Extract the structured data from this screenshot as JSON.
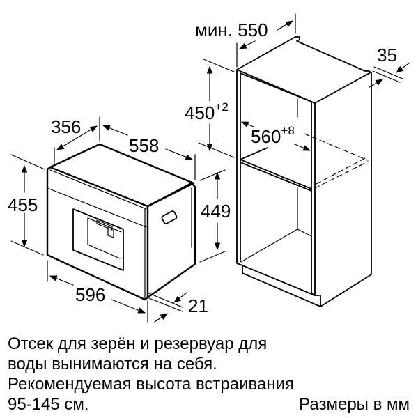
{
  "diagram": {
    "title": "Installation dimensions: built-in coffee machine and tall cabinet",
    "appliance": {
      "depth_label": "356",
      "width_top_label": "558",
      "height_left_label": "455",
      "height_right_label": "449",
      "width_bottom_label": "596",
      "front_thickness_label": "21"
    },
    "cabinet": {
      "depth_label": "мин. 550",
      "overhang_label": "35",
      "niche_height_label": "450",
      "niche_height_tolerance": "+2",
      "niche_width_label": "560",
      "niche_width_tolerance": "+8"
    }
  },
  "notes": {
    "lines": [
      "Отсек для зерён и резервуар для",
      "воды вынимаются на себя.",
      "Рекомендуемая высота встраивания",
      "95-145 см."
    ],
    "units": "Размеры в мм"
  }
}
